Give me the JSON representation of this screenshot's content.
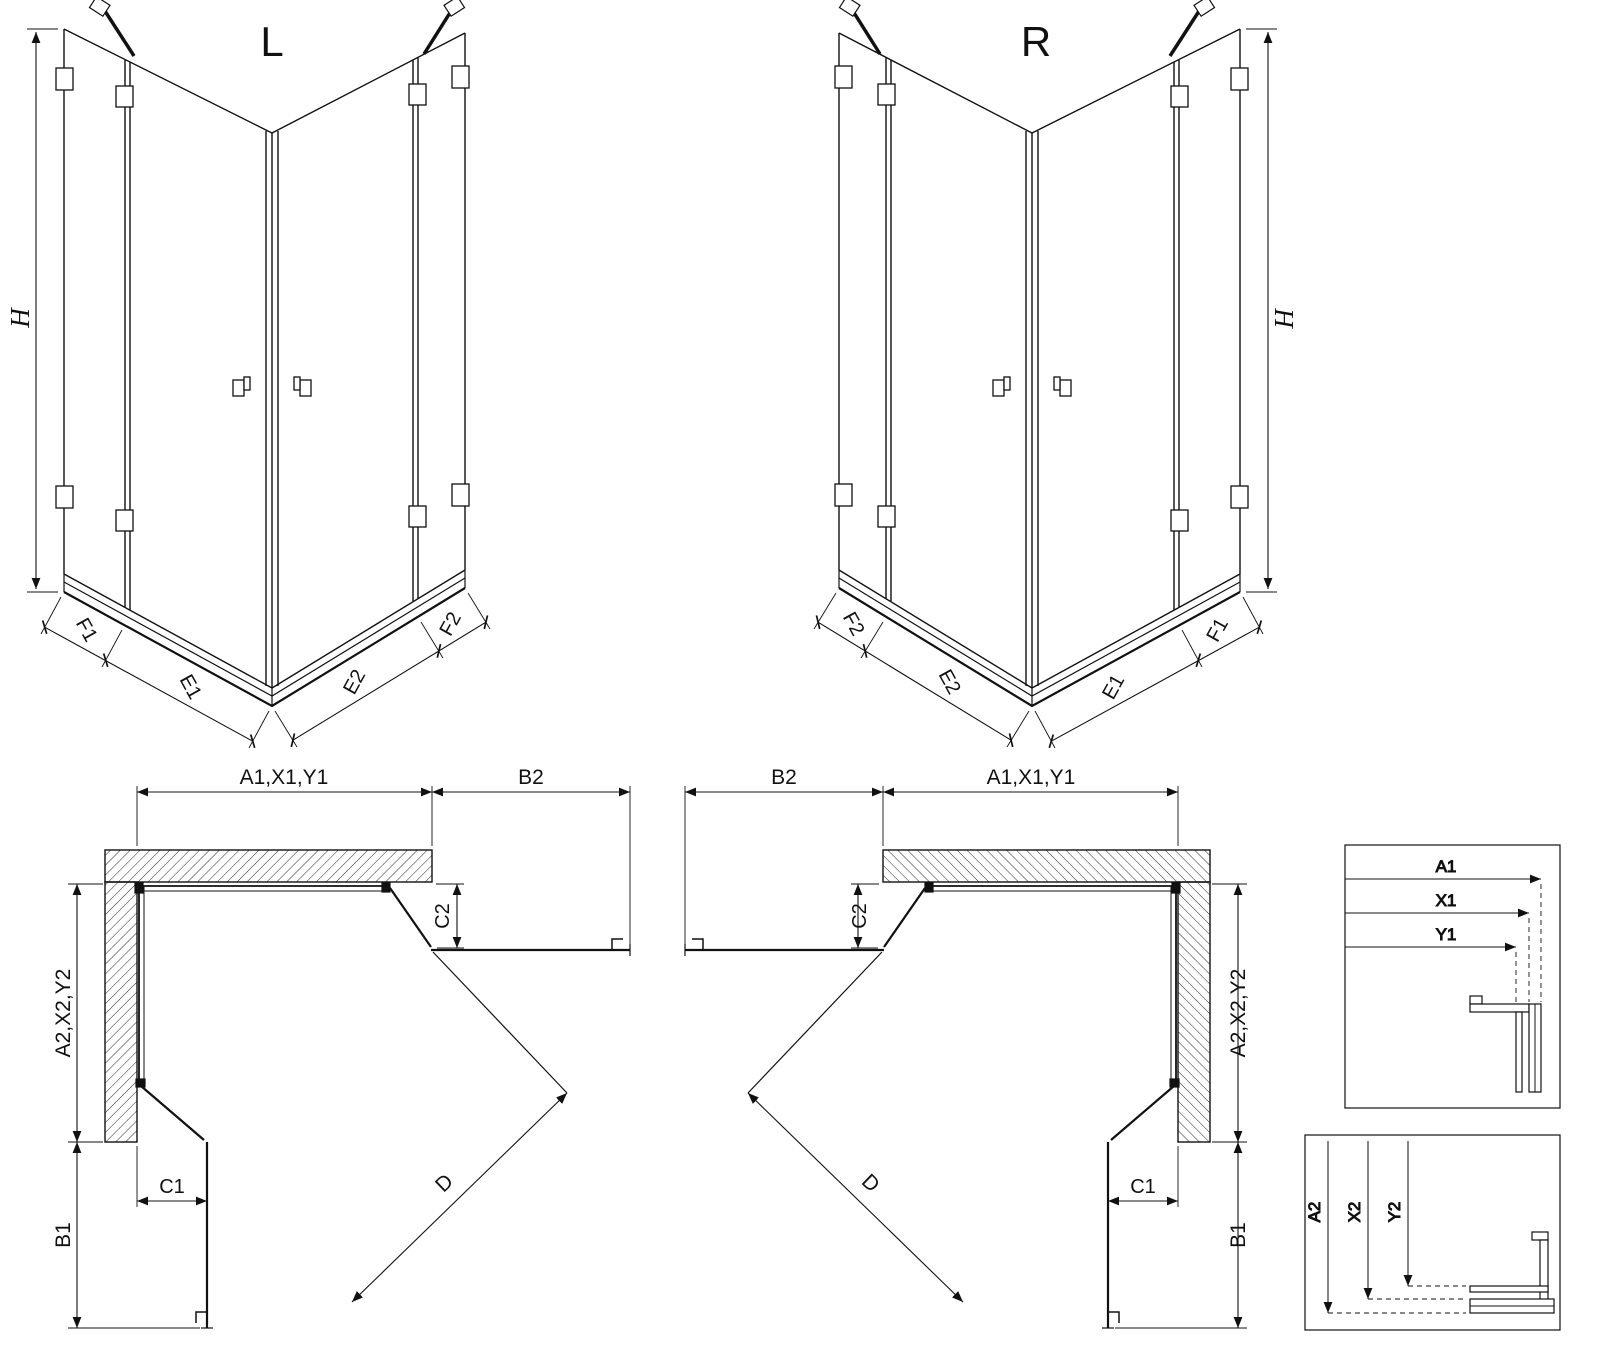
{
  "drawing": {
    "background": "#ffffff",
    "line_color": "#111111"
  },
  "iso_views": {
    "left": {
      "variant": "L",
      "height_label": "H",
      "bottom_left_dims": [
        "F1",
        "E1"
      ],
      "bottom_right_dims": [
        "E2",
        "F2"
      ]
    },
    "right": {
      "variant": "R",
      "height_label": "H",
      "bottom_left_dims": [
        "F2",
        "E2"
      ],
      "bottom_right_dims": [
        "E1",
        "F1"
      ]
    }
  },
  "plan_views": {
    "left": {
      "top_dim": "A1,X1,Y1",
      "open_door_top_dim": "B2",
      "side_dim": "A2,X2,Y2",
      "open_door_side_dim": "B1",
      "top_offset_dim": "C2",
      "side_offset_dim": "C1",
      "diagonal_dim": "D"
    },
    "right": {
      "top_dim": "A1,X1,Y1",
      "open_door_top_dim": "B2",
      "side_dim": "A2,X2,Y2",
      "open_door_side_dim": "B1",
      "top_offset_dim": "C2",
      "side_offset_dim": "C1",
      "diagonal_dim": "D"
    }
  },
  "detail_views": {
    "width_reference": {
      "dims": [
        "A1",
        "X1",
        "Y1"
      ]
    },
    "depth_reference": {
      "dims": [
        "A2",
        "X2",
        "Y2"
      ]
    }
  }
}
